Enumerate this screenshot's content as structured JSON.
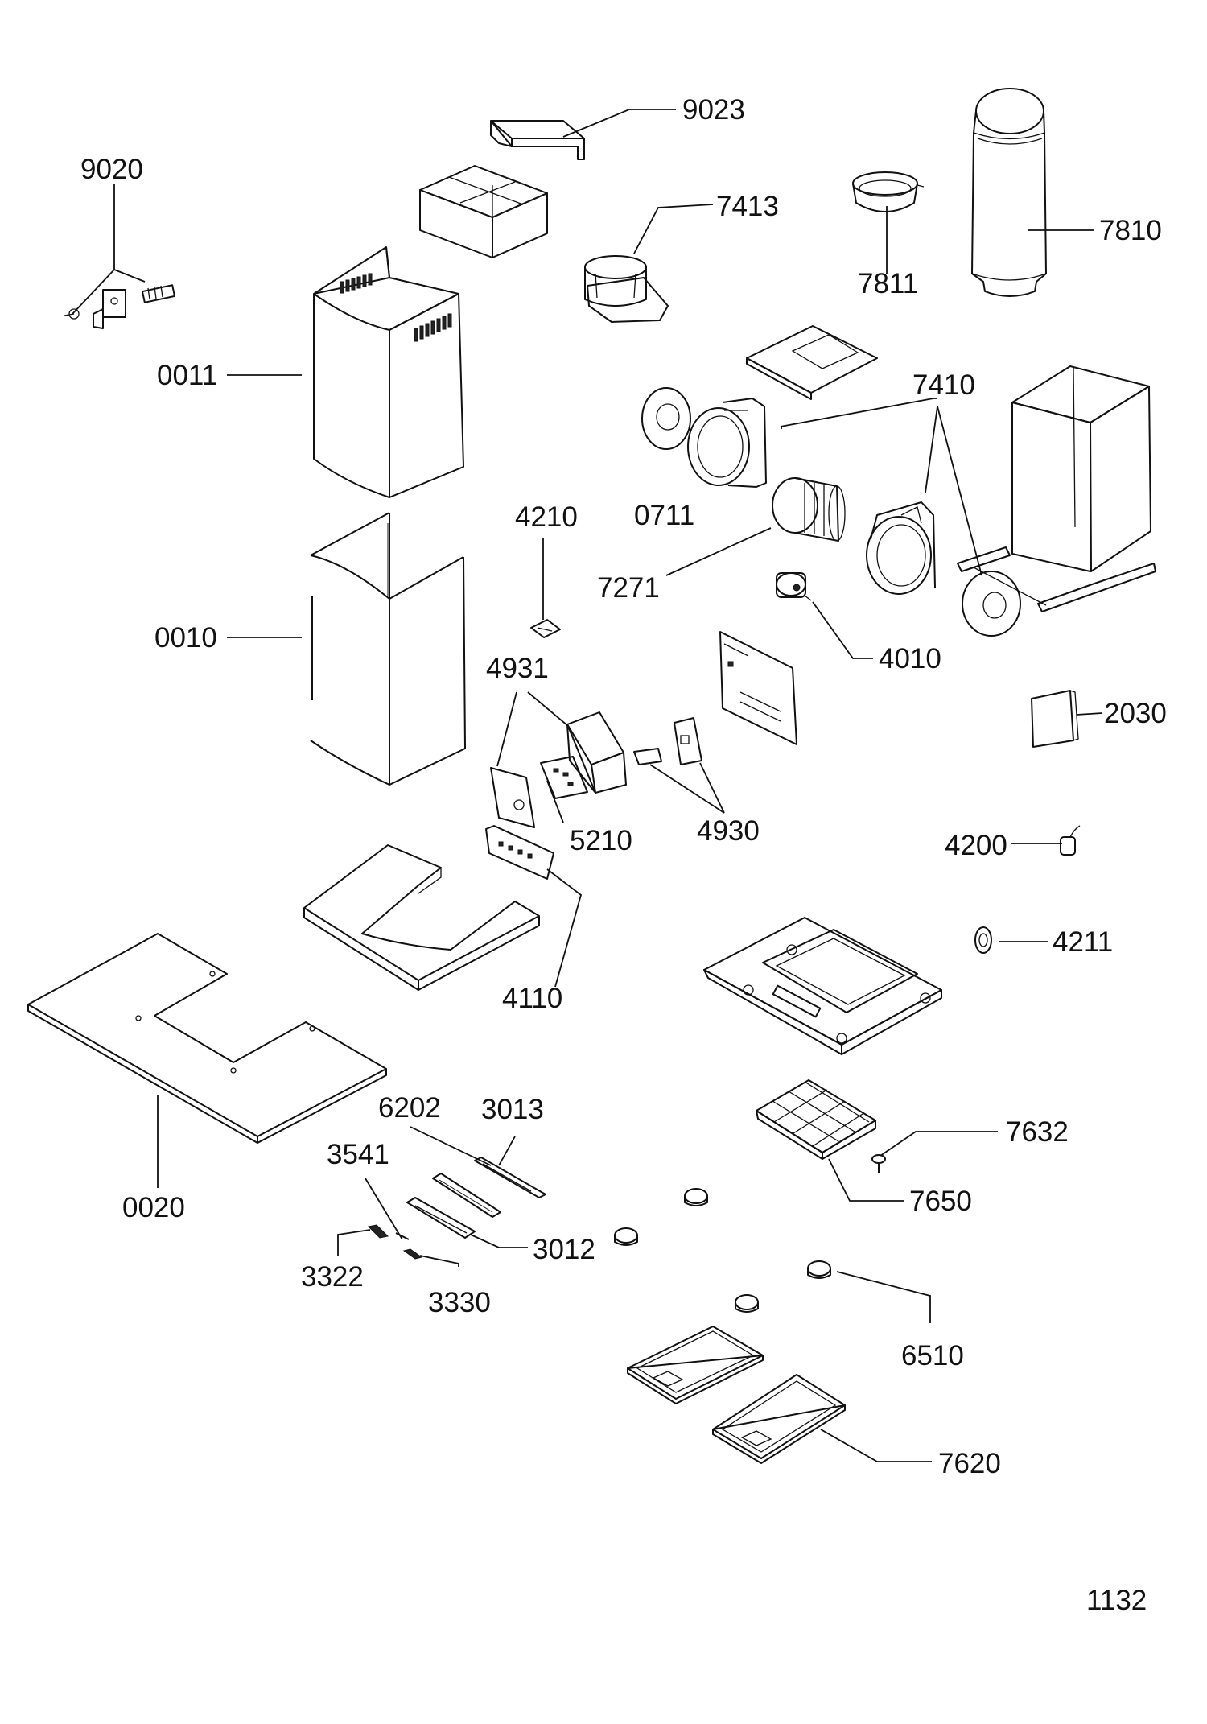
{
  "diagram": {
    "labels": {
      "p9023": "9023",
      "p9020": "9020",
      "p7413": "7413",
      "p7811": "7811",
      "p7810": "7810",
      "p0011": "0011",
      "p7410": "7410",
      "p0711": "0711",
      "p4210": "4210",
      "p7271": "7271",
      "p0010": "0010",
      "p4010": "4010",
      "p4931": "4931",
      "p2030": "2030",
      "p5210": "5210",
      "p4930": "4930",
      "p4200": "4200",
      "p4211": "4211",
      "p4110": "4110",
      "p6202": "6202",
      "p3013": "3013",
      "p7632": "7632",
      "p3541": "3541",
      "p7650": "7650",
      "p0020": "0020",
      "p3012": "3012",
      "p3322": "3322",
      "p3330": "3330",
      "p6510": "6510",
      "p7620": "7620"
    },
    "sheet_number": "1132"
  }
}
